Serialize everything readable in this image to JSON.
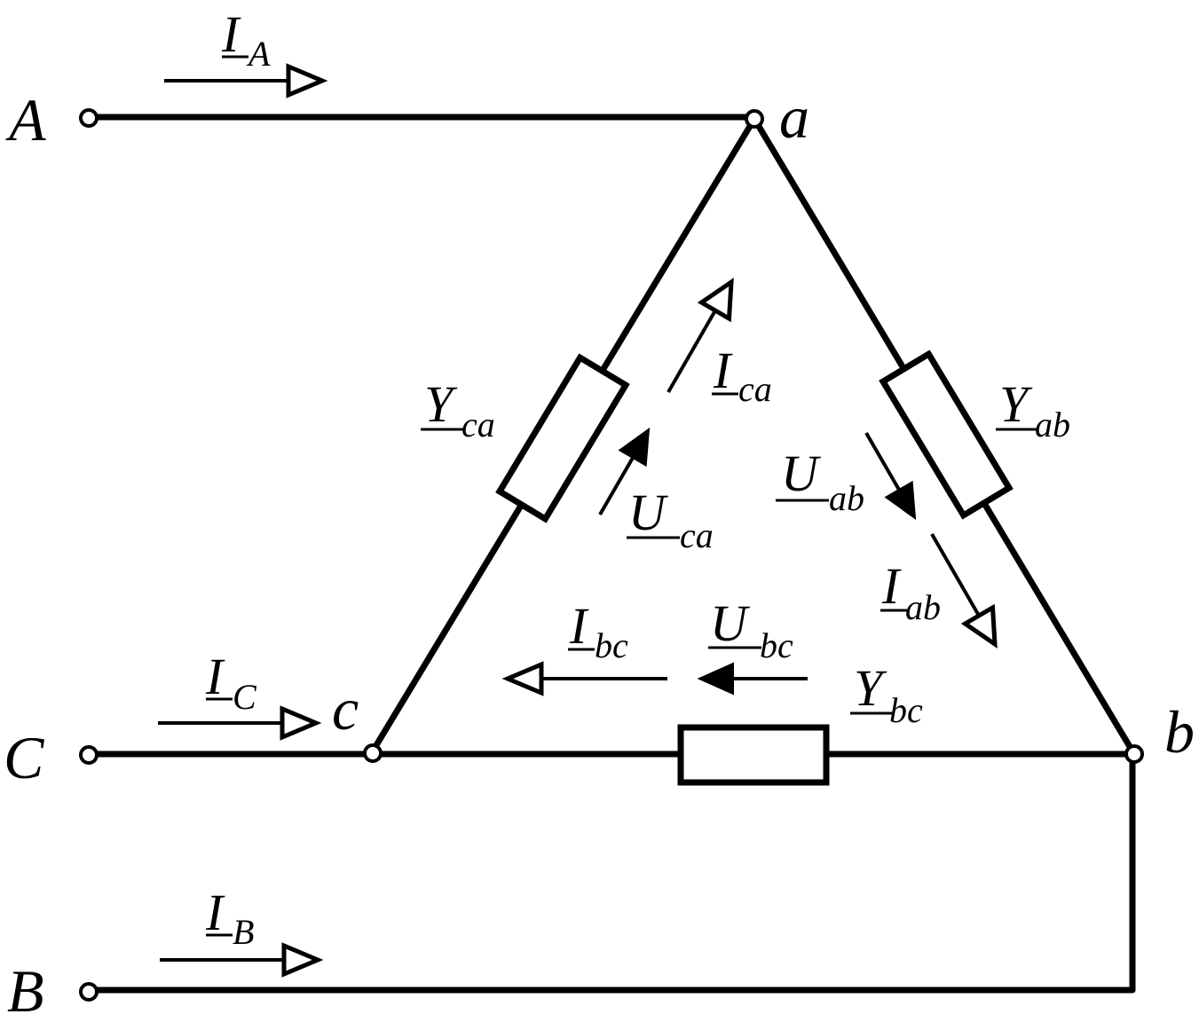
{
  "terminals": {
    "A": "A",
    "B": "B",
    "C": "C"
  },
  "nodes": {
    "a": "a",
    "b": "b",
    "c": "c"
  },
  "labels": {
    "I_A": {
      "main": "I",
      "sub": "A"
    },
    "I_B": {
      "main": "I",
      "sub": "B"
    },
    "I_C": {
      "main": "I",
      "sub": "C"
    },
    "Y_ca": {
      "main": "Y",
      "sub": "ca"
    },
    "Y_ab": {
      "main": "Y",
      "sub": "ab"
    },
    "Y_bc": {
      "main": "Y",
      "sub": "bc"
    },
    "I_ca": {
      "main": "I",
      "sub": "ca"
    },
    "I_ab": {
      "main": "I",
      "sub": "ab"
    },
    "I_bc": {
      "main": "I",
      "sub": "bc"
    },
    "U_ca": {
      "main": "U",
      "sub": "ca"
    },
    "U_ab": {
      "main": "U",
      "sub": "ab"
    },
    "U_bc": {
      "main": "U",
      "sub": "bc"
    }
  }
}
